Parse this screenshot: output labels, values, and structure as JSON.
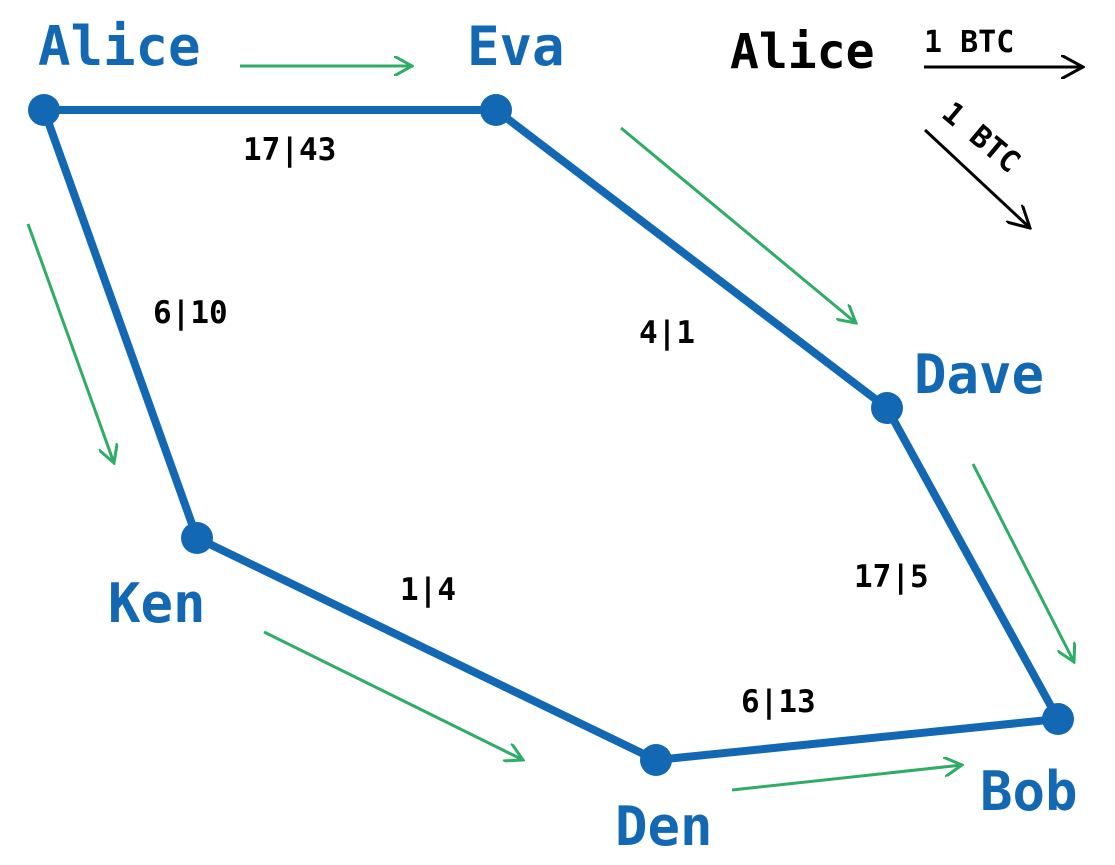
{
  "colors": {
    "channel": "#1368b4",
    "node_label": "#1368b4",
    "flow_arrow": "#2fac66",
    "legend": "#000000",
    "edge_label": "#000000"
  },
  "nodes": {
    "alice": "Alice",
    "eva": "Eva",
    "dave": "Dave",
    "bob": "Bob",
    "den": "Den",
    "ken": "Ken"
  },
  "channels": {
    "alice_eva": "17|43",
    "eva_dave": "4|1",
    "dave_bob": "17|5",
    "den_bob": "6|13",
    "ken_den": "1|4",
    "alice_ken": "6|10"
  },
  "legend": {
    "name": "Alice",
    "amount_horizontal": "1 BTC",
    "amount_diagonal": "1 BTC"
  }
}
